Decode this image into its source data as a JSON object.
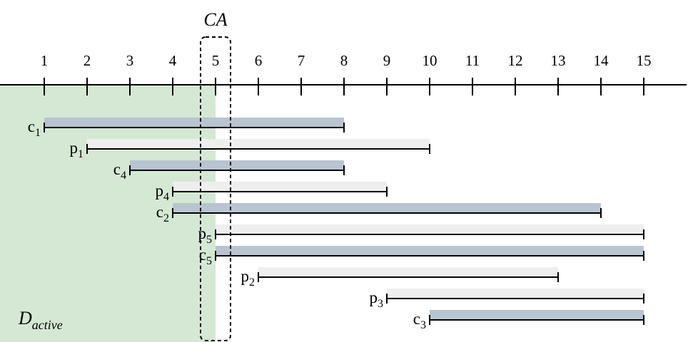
{
  "colors": {
    "active_region": "#d5e8d4",
    "committed_bar": "#b8c4d0",
    "pending_bar": "#eeeeee",
    "line": "#000000"
  },
  "axis": {
    "ticks": [
      1,
      2,
      3,
      4,
      5,
      6,
      7,
      8,
      9,
      10,
      11,
      12,
      13,
      14,
      15
    ]
  },
  "ca": {
    "label": "CA",
    "position": 5
  },
  "active_region": {
    "label_main": "D",
    "label_sub": "active",
    "end": 5
  },
  "intervals": [
    {
      "letter": "c",
      "sub": "1",
      "kind": "committed",
      "start": 1,
      "end": 8
    },
    {
      "letter": "p",
      "sub": "1",
      "kind": "pending",
      "start": 2,
      "end": 10
    },
    {
      "letter": "c",
      "sub": "4",
      "kind": "committed",
      "start": 3,
      "end": 8
    },
    {
      "letter": "p",
      "sub": "4",
      "kind": "pending",
      "start": 4,
      "end": 9
    },
    {
      "letter": "c",
      "sub": "2",
      "kind": "committed",
      "start": 4,
      "end": 14
    },
    {
      "letter": "p",
      "sub": "5",
      "kind": "pending",
      "start": 5,
      "end": 15
    },
    {
      "letter": "c",
      "sub": "5",
      "kind": "committed",
      "start": 5,
      "end": 15
    },
    {
      "letter": "p",
      "sub": "2",
      "kind": "pending",
      "start": 6,
      "end": 13
    },
    {
      "letter": "p",
      "sub": "3",
      "kind": "pending",
      "start": 9,
      "end": 15
    },
    {
      "letter": "c",
      "sub": "3",
      "kind": "committed",
      "start": 10,
      "end": 15
    }
  ]
}
